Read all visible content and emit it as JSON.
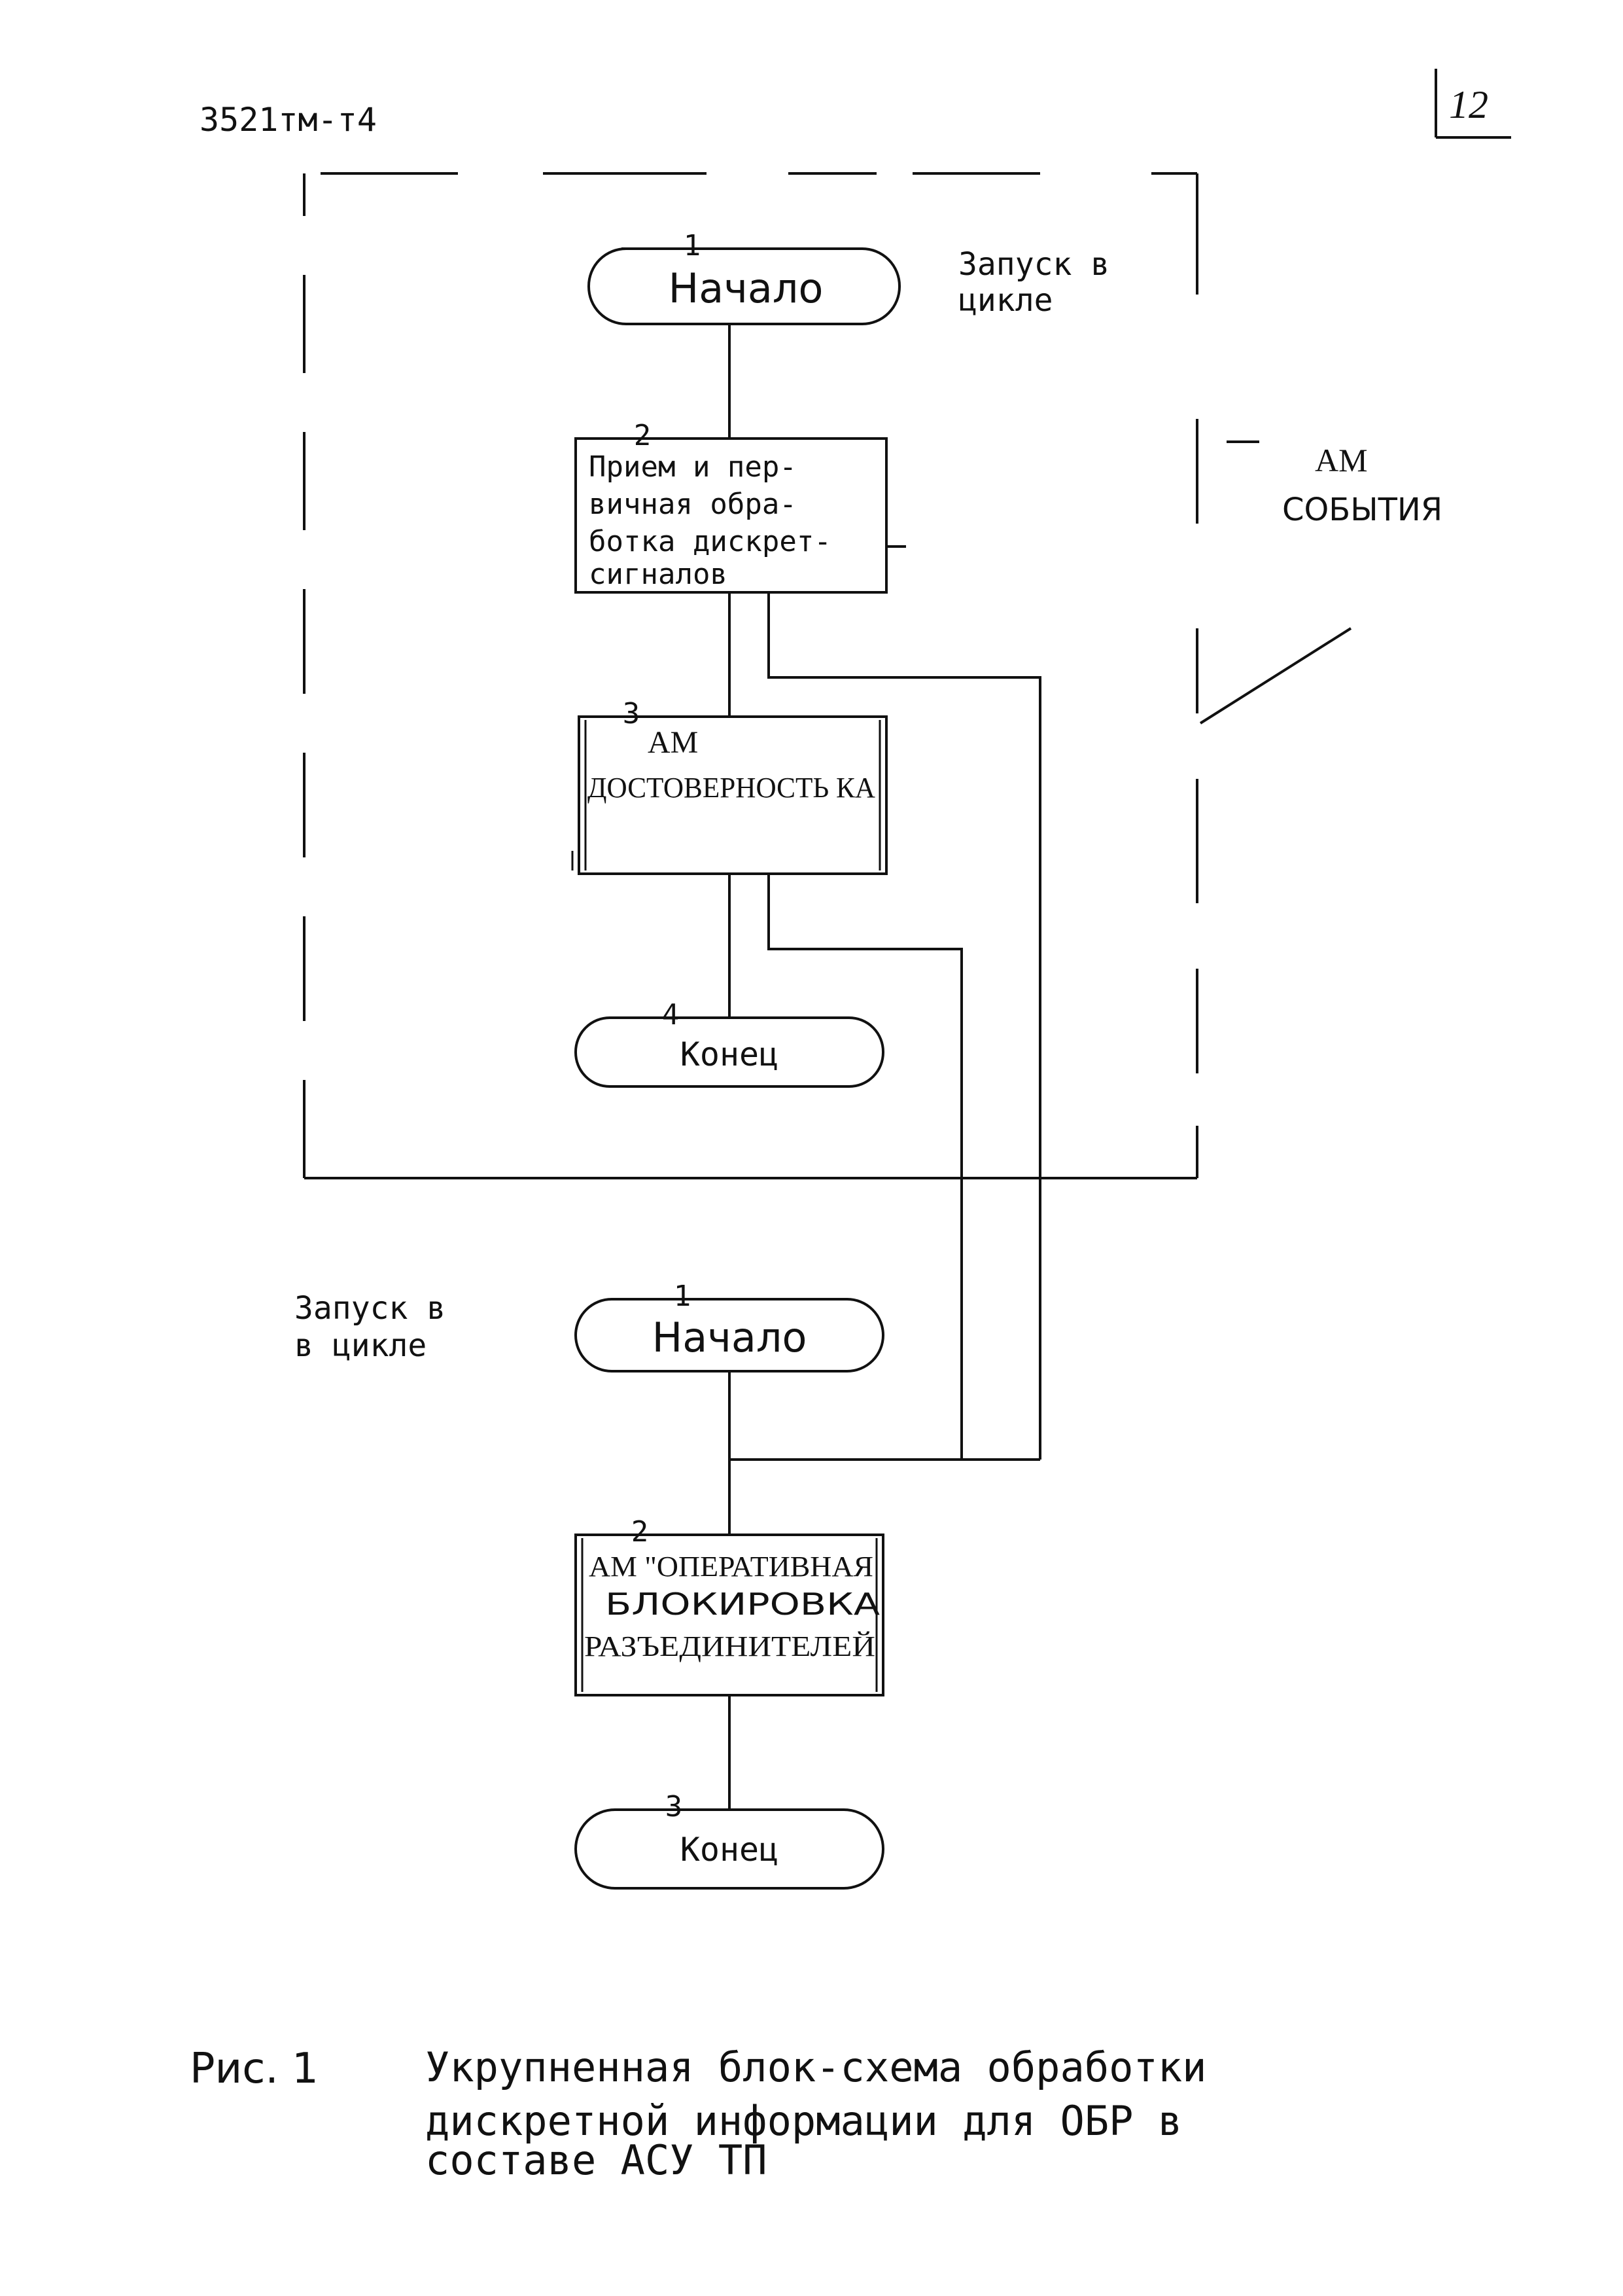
{
  "header": {
    "doc_code": "3521тм-т4",
    "page_number": "12"
  },
  "subsystem_label": {
    "line1": "АМ",
    "line2": "СОБЫТИЯ"
  },
  "upper_flow": {
    "start_note": {
      "line1": "Запуск в",
      "line2": "цикле"
    },
    "start": {
      "num": "1",
      "label": "Начало"
    },
    "block2": {
      "num": "2",
      "lines": [
        "Прием и пер-",
        "вичная обра-",
        "ботка дискрет-",
        "сигналов"
      ]
    },
    "block3": {
      "num": "3",
      "line1": "АМ",
      "line2": "ДОСТОВЕРНОСТЬ КА"
    },
    "end": {
      "num": "4",
      "label": "Конец"
    }
  },
  "lower_flow": {
    "start_note": {
      "line1": "Запуск в",
      "line2": "в цикле"
    },
    "start": {
      "num": "1",
      "label": "Начало"
    },
    "block2": {
      "num": "2",
      "line1": "АМ \"ОПЕРАТИВНАЯ",
      "line2": "БЛОКИРОВКА",
      "line3": "РАЗЪЕДИНИТЕЛЕЙ"
    },
    "end": {
      "num": "3",
      "label": "Конец"
    }
  },
  "caption": {
    "fig_label": "Рис. 1",
    "line1": "Укрупненная блок-схема обработки",
    "line2": "дискретной информации для ОБР в",
    "line3": "составе АСУ ТП"
  }
}
